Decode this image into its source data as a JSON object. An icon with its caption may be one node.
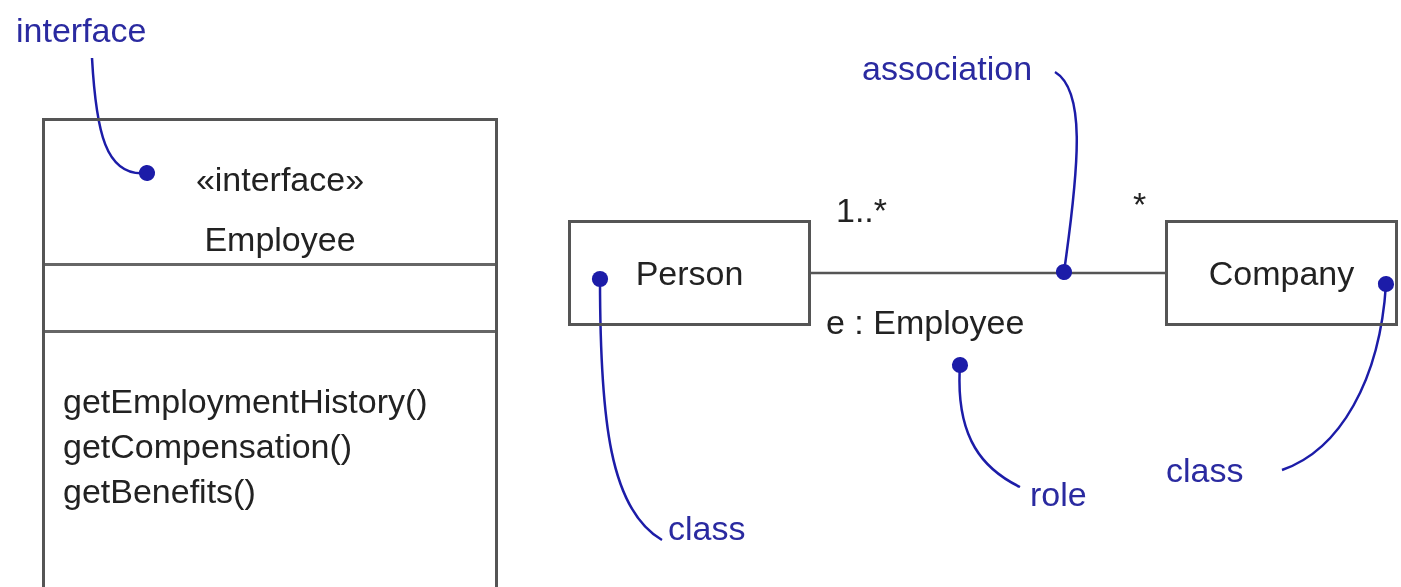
{
  "diagram": {
    "nodes": [
      {
        "text": [
          "«interface» Employee",
          "getEmploymentHistory()",
          "getCompensation()",
          "getBenefits()"
        ]
      },
      {
        "text": [
          "Person"
        ]
      },
      {
        "text": [
          "Company"
        ]
      },
      {
        "text": [
          "interface"
        ]
      },
      {
        "text": [
          "association"
        ]
      },
      {
        "text": [
          "class"
        ]
      },
      {
        "text": [
          "role"
        ]
      },
      {
        "text": [
          "class"
        ]
      }
    ],
    "edges": [
      {
        "from": 1,
        "to": 2,
        "arrow": "none",
        "label": "e : Employee"
      },
      {
        "from": 3,
        "to": 0,
        "arrow": "other",
        "color": "#1c1ca8"
      },
      {
        "from": 4,
        "to": null,
        "arrow": "other",
        "color": "#1c1ca8"
      },
      {
        "from": 5,
        "to": 1,
        "arrow": "other",
        "color": "#1c1ca8"
      },
      {
        "from": 6,
        "to": null,
        "arrow": "other",
        "color": "#1c1ca8"
      },
      {
        "from": 7,
        "to": 2,
        "arrow": "other",
        "color": "#1c1ca8"
      }
    ],
    "labels": [
      "1..*",
      "*"
    ]
  }
}
